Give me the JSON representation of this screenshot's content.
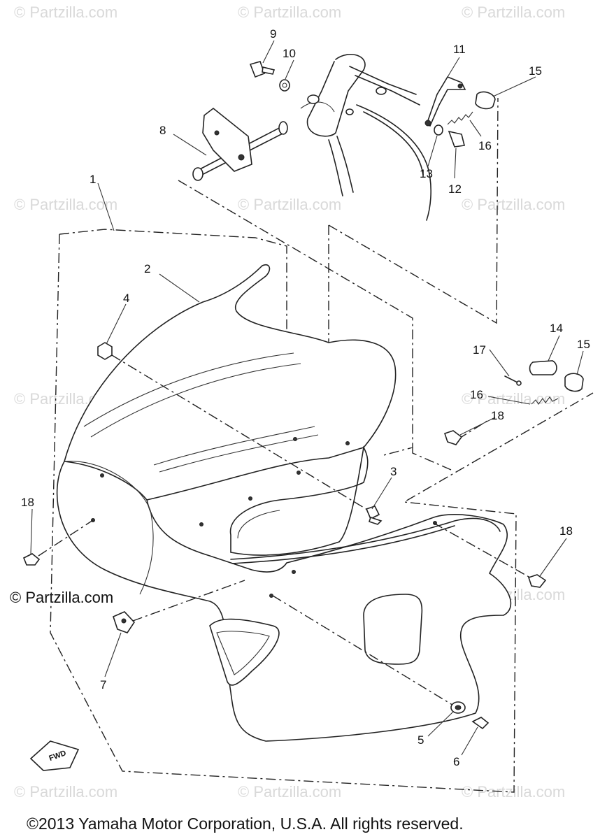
{
  "watermark": "© Partzilla.com",
  "watermark_dark": "© Partzilla.com",
  "copyright": "©2013 Yamaha Motor Corporation, U.S.A. All rights reserved.",
  "fwd_label": "FWD",
  "callouts": {
    "c1": "1",
    "c2": "2",
    "c3": "3",
    "c4": "4",
    "c5": "5",
    "c6": "6",
    "c7": "7",
    "c8": "8",
    "c9": "9",
    "c10": "10",
    "c11": "11",
    "c12": "12",
    "c13": "13",
    "c14": "14",
    "c15a": "15",
    "c15b": "15",
    "c16a": "16",
    "c16b": "16",
    "c17": "17",
    "c18a": "18",
    "c18b": "18",
    "c18c": "18"
  }
}
